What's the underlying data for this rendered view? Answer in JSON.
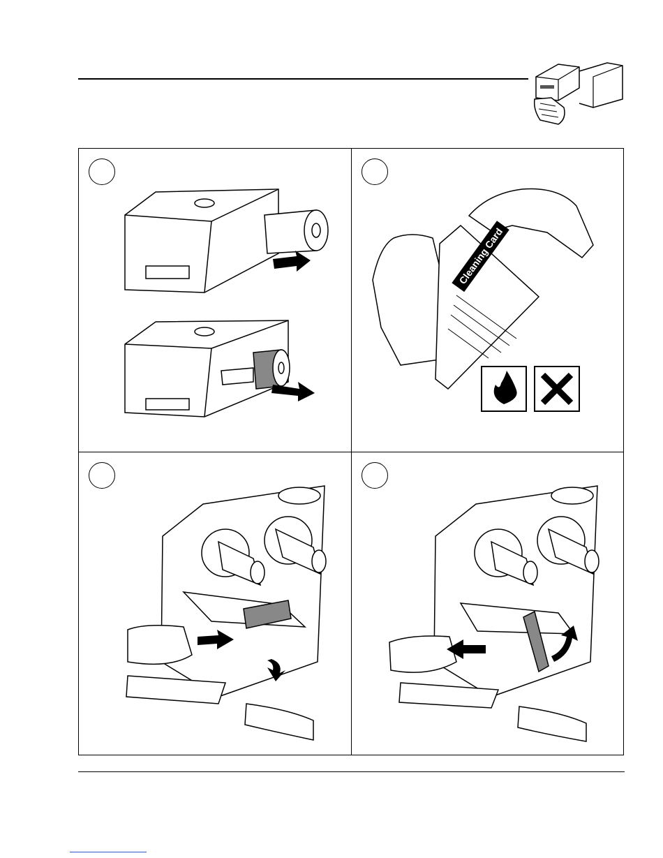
{
  "page": {
    "card_label": "Cleaning Card"
  },
  "panels": [
    {
      "id": "remove-media",
      "step_label": ""
    },
    {
      "id": "cleaning-card",
      "step_label": ""
    },
    {
      "id": "insert-card",
      "step_label": ""
    },
    {
      "id": "pull-card",
      "step_label": ""
    }
  ],
  "icons": {
    "header": "printer-cleaning-icon",
    "flammable": "flammable-hazard-icon",
    "harmful": "harmful-x-icon"
  },
  "colors": {
    "line": "#000000",
    "ribbon": "#888888"
  }
}
